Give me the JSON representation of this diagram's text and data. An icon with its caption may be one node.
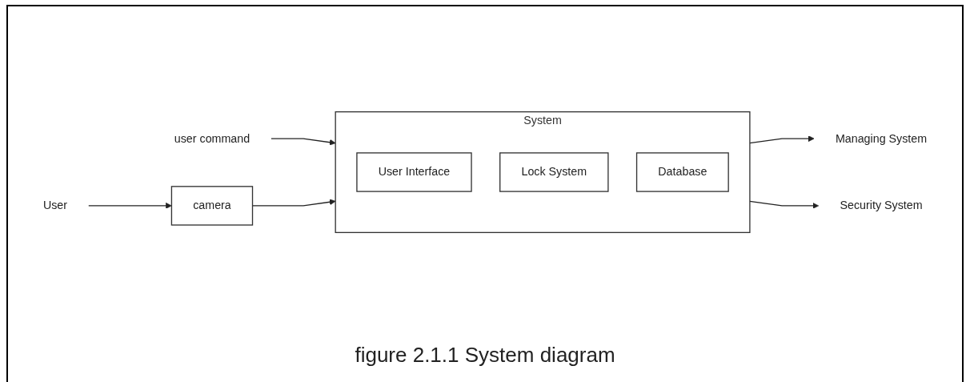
{
  "diagram": {
    "caption": "figure 2.1.1 System diagram",
    "nodes": [
      {
        "text": [
          "user command"
        ]
      },
      {
        "text": [
          "System"
        ]
      },
      {
        "text": [
          "User Interface"
        ],
        "in": 1
      },
      {
        "text": [
          "Lock System"
        ],
        "in": 1
      },
      {
        "text": [
          "Database"
        ],
        "in": 1
      },
      {
        "text": [
          "Managing System"
        ]
      },
      {
        "text": [
          "User"
        ]
      },
      {
        "text": [
          "camera"
        ]
      },
      {
        "text": [
          "Security System"
        ]
      }
    ],
    "edges": [
      {
        "from": 0,
        "to": 1,
        "arrow": "to"
      },
      {
        "from": 6,
        "to": 7,
        "arrow": "to"
      },
      {
        "from": 7,
        "to": 1,
        "arrow": "to"
      },
      {
        "from": 1,
        "to": 5,
        "arrow": "to"
      },
      {
        "from": 1,
        "to": 8,
        "arrow": "to"
      }
    ]
  }
}
